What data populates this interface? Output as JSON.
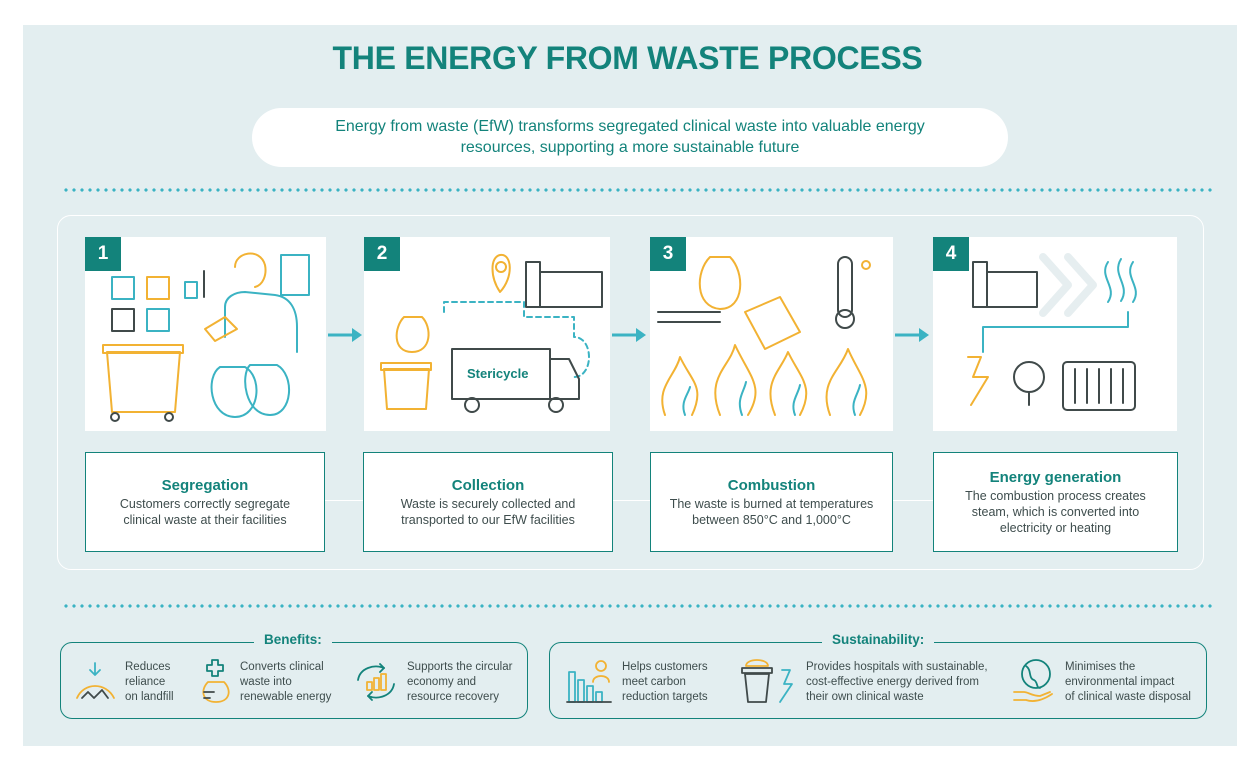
{
  "title": "THE ENERGY FROM WASTE PROCESS",
  "intro_line1": "Energy from waste (EfW) transforms segregated clinical waste into valuable energy",
  "intro_line2": "resources, supporting a more sustainable future",
  "brand_label": "Stericycle",
  "colors": {
    "teal": "#13837b",
    "light_blue": "#3bb3c3",
    "yellow": "#f2b233",
    "background": "#e3eef0"
  },
  "steps": [
    {
      "number": "1",
      "title": "Segregation",
      "desc_lines": [
        "Customers correctly segregate",
        "clinical waste at their facilities"
      ]
    },
    {
      "number": "2",
      "title": "Collection",
      "desc_lines": [
        "Waste is securely collected and",
        "transported to our EfW facilities"
      ]
    },
    {
      "number": "3",
      "title": "Combustion",
      "desc_lines": [
        "The waste is burned at temperatures",
        "between 850°C and 1,000°C"
      ]
    },
    {
      "number": "4",
      "title": "Energy generation",
      "desc_lines": [
        "The combustion process creates",
        "steam, which is converted into",
        "electricity or heating"
      ]
    }
  ],
  "benefits": {
    "label": "Benefits:",
    "items": [
      {
        "icon": "landfill-icon",
        "lines": [
          "Reduces",
          "reliance",
          "on landfill"
        ]
      },
      {
        "icon": "clinical-waste-bag-icon",
        "lines": [
          "Converts clinical",
          "waste into",
          "renewable energy"
        ]
      },
      {
        "icon": "circular-economy-icon",
        "lines": [
          "Supports the circular",
          "economy and",
          "resource recovery"
        ]
      }
    ]
  },
  "sustainability": {
    "label": "Sustainability:",
    "items": [
      {
        "icon": "carbon-targets-chart-icon",
        "lines": [
          "Helps customers",
          "meet carbon",
          "reduction targets"
        ]
      },
      {
        "icon": "bin-energy-icon",
        "lines": [
          "Provides hospitals with sustainable,",
          "cost-effective energy derived from",
          "their own clinical waste"
        ]
      },
      {
        "icon": "globe-hand-icon",
        "lines": [
          "Minimises the",
          "environmental impact",
          "of clinical waste disposal"
        ]
      }
    ]
  }
}
